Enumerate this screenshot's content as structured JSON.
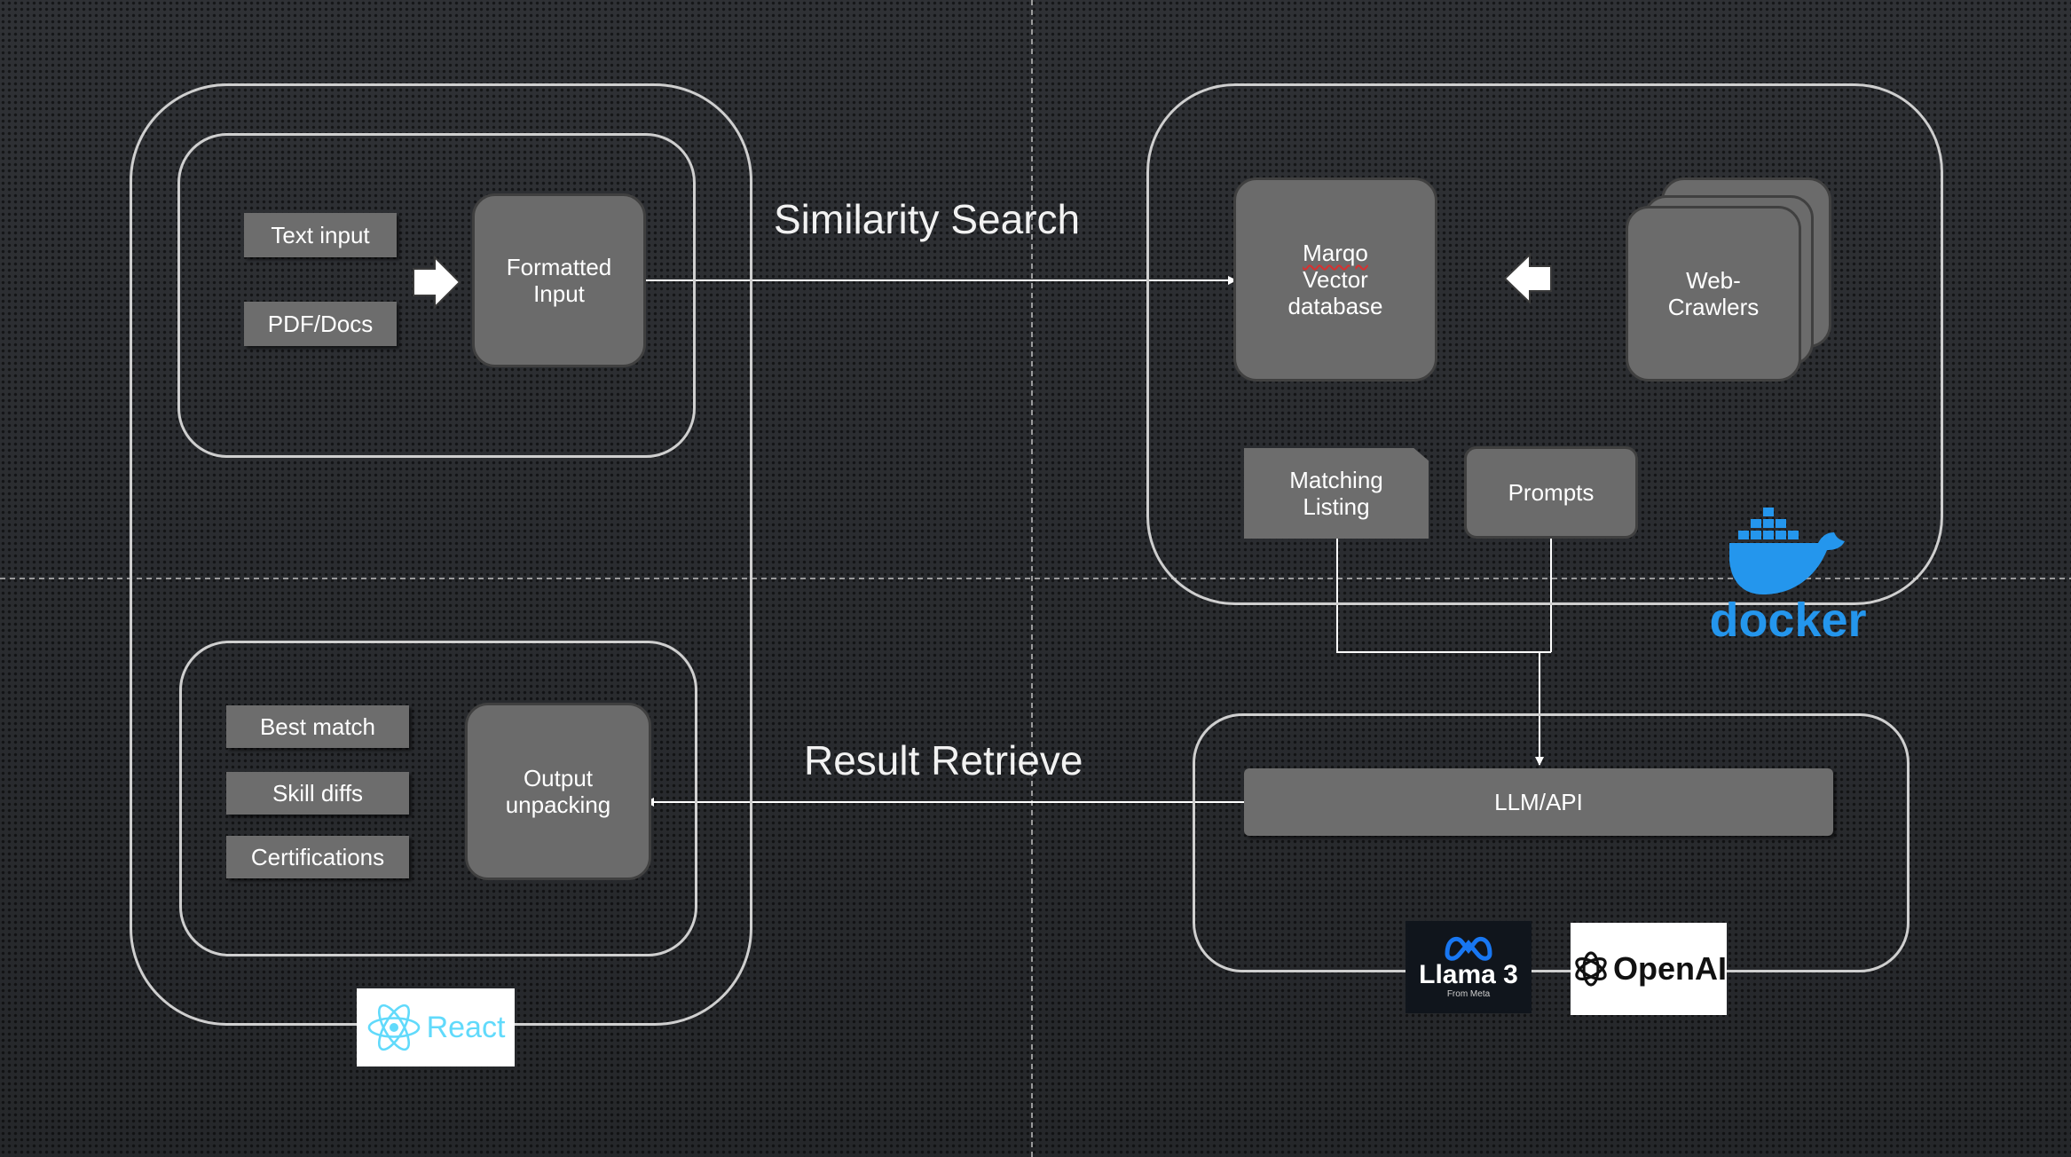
{
  "frontend": {
    "input_panel": {
      "text_input": "Text input",
      "pdf_docs": "PDF/Docs",
      "formatted_input": "Formatted\nInput"
    },
    "output_panel": {
      "best_match": "Best match",
      "skill_diffs": "Skill diffs",
      "certifications": "Certifications",
      "output_unpacking": "Output\nunpacking"
    },
    "react_logo_text": "React"
  },
  "backend": {
    "vector_db_line1": "Marqo",
    "vector_db_line2": "Vector\ndatabase",
    "web_crawlers": "Web-\nCrawlers",
    "matching_listing": "Matching\nListing",
    "prompts": "Prompts",
    "docker_logo_text": "docker"
  },
  "llm": {
    "llm_api": "LLM/API",
    "llama_logo_text": "Llama 3",
    "llama_logo_subtext": "From Meta",
    "openai_logo_text": "OpenAI"
  },
  "connectors": {
    "similarity_search": "Similarity Search",
    "result_retrieve": "Result Retrieve"
  },
  "colors": {
    "frame": "#cfcfcf",
    "box_fill": "#6b6b6b",
    "react_blue": "#61dafb",
    "docker_blue": "#2496ed",
    "meta_blue": "#1877f2"
  }
}
